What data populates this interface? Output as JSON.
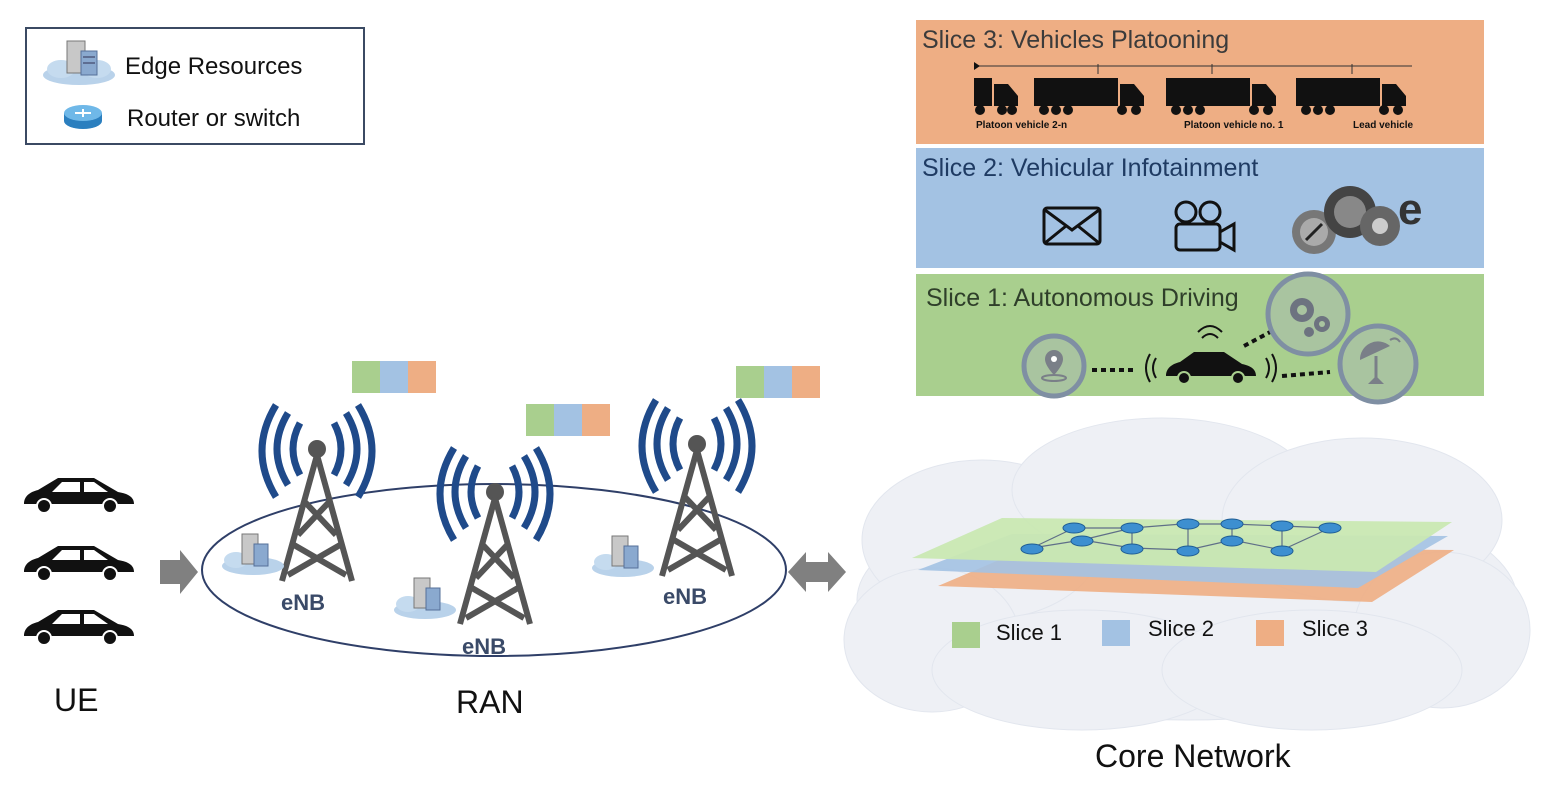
{
  "legend": {
    "edge_resources": "Edge Resources",
    "router_or_switch": "Router or switch"
  },
  "slices": {
    "slice3": {
      "title": "Slice 3: Vehicles Platooning",
      "truck_labels": [
        "Platoon vehicle 2-n",
        "Platoon vehicle no. 1",
        "Lead vehicle"
      ]
    },
    "slice2": {
      "title": "Slice 2: Vehicular Infotainment"
    },
    "slice1": {
      "title": "Slice 1: Autonomous Driving"
    }
  },
  "ran": {
    "enb_labels": [
      "eNB",
      "eNB",
      "eNB"
    ],
    "label": "RAN"
  },
  "ue_label": "UE",
  "core": {
    "label": "Core Network",
    "legend": [
      "Slice 1",
      "Slice 2",
      "Slice 3"
    ]
  },
  "colors": {
    "slice1": "#a9cf8e",
    "slice2": "#a3c2e3",
    "slice3": "#eeae84",
    "antenna_wave": "#1f4a8a",
    "tower": "#555555",
    "arrow": "#808080",
    "cloud": "#eef0f5"
  }
}
